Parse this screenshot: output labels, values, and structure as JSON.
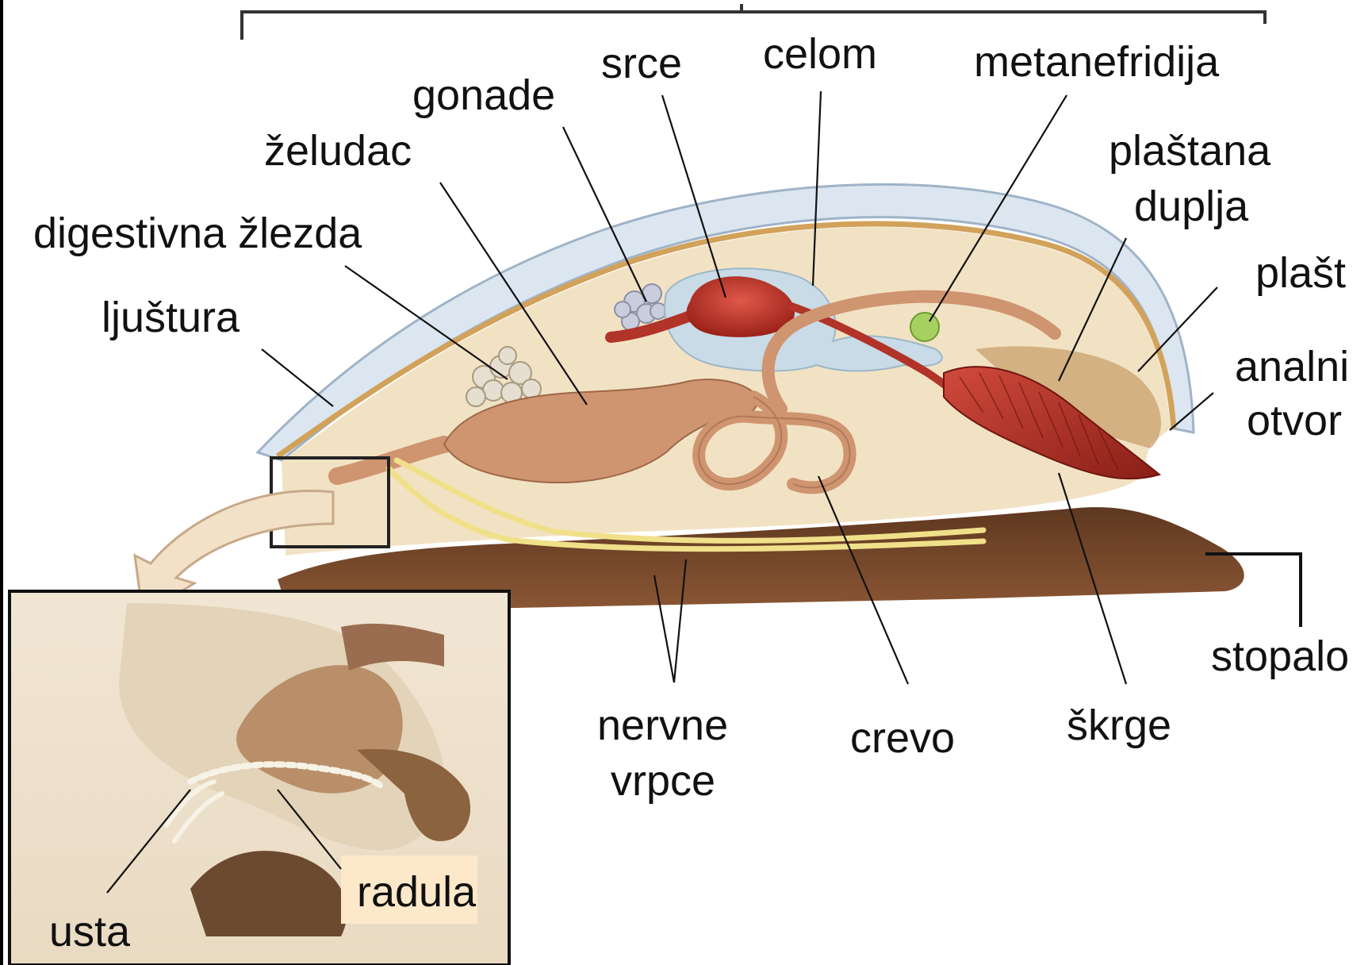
{
  "labels": {
    "srce": "srce",
    "celom": "celom",
    "metanefridija": "metanefridija",
    "gonade": "gonade",
    "zeludac": "želudac",
    "plastana_1": "plaštana",
    "plastana_2": "duplja",
    "digestivna_zlezda": "digestivna žlezda",
    "plast": "plašt",
    "ljustura": "ljuštura",
    "analni_1": "analni",
    "analni_2": "otvor",
    "stopalo": "stopalo",
    "nervne_1": "nervne",
    "nervne_2": "vrpce",
    "crevo": "crevo",
    "skrge": "škrge",
    "radula": "radula",
    "usta": "usta"
  },
  "colors": {
    "shell": "#dbe4ee",
    "mantle": "#d2a25a",
    "body": "#f2e2c4",
    "foot": "#7a4a2a",
    "heart": "#c43a2e",
    "coelom": "#c8dbe6",
    "gut": "#cf9470",
    "nerve": "#f0e08a",
    "gill": "#b8362c",
    "nephridium": "#a6d160",
    "radula_label_bg": "#fde9c9"
  }
}
